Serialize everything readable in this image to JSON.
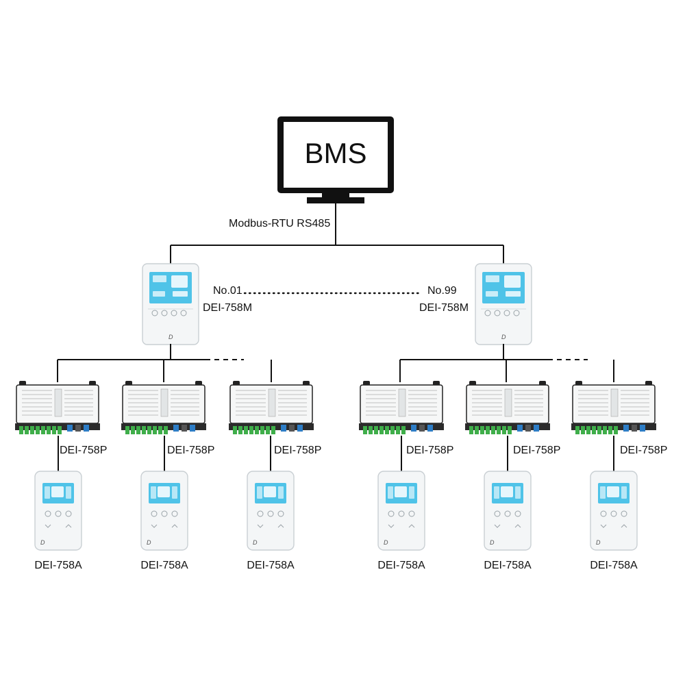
{
  "bms": {
    "label": "BMS"
  },
  "bus": {
    "label": "Modbus-RTU RS485"
  },
  "masters": [
    {
      "number": "No.01",
      "model": "DEI-758M"
    },
    {
      "number": "No.99",
      "model": "DEI-758M"
    }
  ],
  "power_units": [
    {
      "model": "DEI-758P"
    },
    {
      "model": "DEI-758P"
    },
    {
      "model": "DEI-758P"
    },
    {
      "model": "DEI-758P"
    },
    {
      "model": "DEI-758P"
    },
    {
      "model": "DEI-758P"
    }
  ],
  "thermostats": [
    {
      "model": "DEI-758A"
    },
    {
      "model": "DEI-758A"
    },
    {
      "model": "DEI-758A"
    },
    {
      "model": "DEI-758A"
    },
    {
      "model": "DEI-758A"
    },
    {
      "model": "DEI-758A"
    }
  ],
  "colors": {
    "lcd": "#4fc3e8",
    "terminal": "#3fae4a",
    "line": "#111111"
  }
}
